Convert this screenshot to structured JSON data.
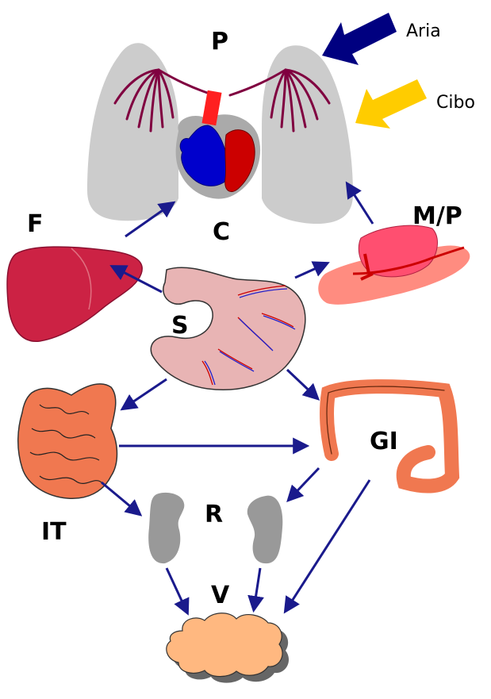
{
  "labels": {
    "lungs": "P",
    "heart": "C",
    "liver": "F",
    "muscle_pancreas": "M/P",
    "spleen": "S",
    "small_intestine": "IT",
    "large_intestine": "GI",
    "kidneys": "R",
    "vessel": "V"
  },
  "inputs": {
    "air": "Aria",
    "food": "Cibo"
  },
  "colors": {
    "arrow": "#1a1a8c",
    "air_arrow": "#000080",
    "food_arrow": "#ffcc00",
    "lung": "#cccccc",
    "bronchi": "#800040",
    "heart_blue": "#0000cc",
    "heart_red": "#cc0000",
    "liver": "#cc2244",
    "pancreas": "#ff6f7a",
    "spleen": "#e8b4b4",
    "intestine": "#f07850",
    "kidney": "#999999",
    "blob": "#ffb880"
  }
}
